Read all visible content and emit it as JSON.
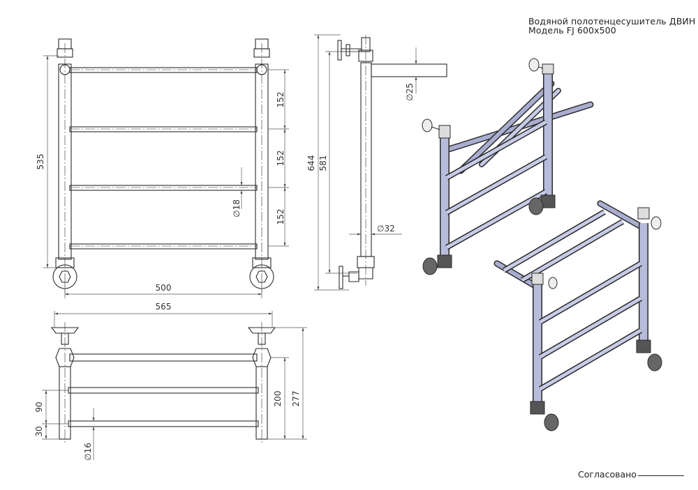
{
  "title_block": {
    "line1": "Водяной полотенцесушитель ДВИН",
    "line2": "Модель FJ 600x500"
  },
  "approval_label": "Согласовано",
  "front_view": {
    "width_label": "500",
    "height_label": "535",
    "spacing_labels": [
      "152",
      "152",
      "152"
    ],
    "bar_diameter": "∅18"
  },
  "side_view": {
    "overall_height": "644",
    "axis_height": "581",
    "pipe_diameter_top": "∅25",
    "riser_diameter": "∅32"
  },
  "top_view": {
    "overall_width": "565",
    "depth_overall": "277",
    "depth_shelf": "200",
    "gap_90": "90",
    "gap_30": "30",
    "shelf_bar_diameter": "∅16"
  },
  "colors": {
    "line": "#2a2a2a",
    "dim_line": "#555555",
    "tube_fill": "#c6cbe6",
    "tube_shade": "#7a7f9e",
    "fitting_dark": "#3a3a3a"
  }
}
